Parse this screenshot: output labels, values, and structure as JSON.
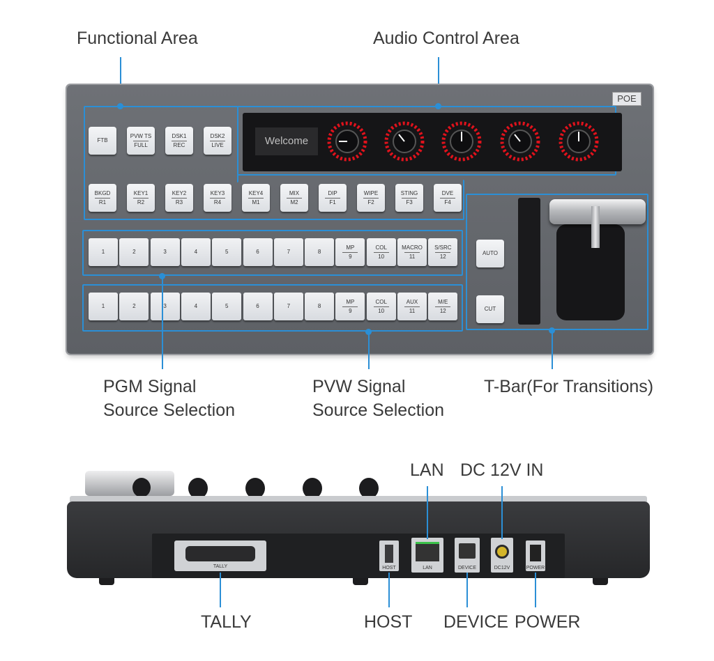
{
  "callouts": {
    "functional": "Functional Area",
    "audio": "Audio Control Area",
    "pgm_line1": "PGM Signal",
    "pgm_line2": "Source Selection",
    "pvw_line1": "PVW Signal",
    "pvw_line2": "Source Selection",
    "tbar": "T-Bar(For Transitions)",
    "lan": "LAN",
    "dc": "DC 12V IN",
    "tally": "TALLY",
    "host": "HOST",
    "device": "DEVICE",
    "power": "POWER"
  },
  "panel": {
    "poe": "POE",
    "lcd": "Welcome",
    "func_row1": [
      {
        "top": "FTB",
        "bottom": ""
      },
      {
        "top": "PVW TS",
        "bottom": "FULL"
      },
      {
        "top": "DSK1",
        "bottom": "REC"
      },
      {
        "top": "DSK2",
        "bottom": "LIVE"
      }
    ],
    "func_row2": [
      {
        "top": "BKGD",
        "bottom": "R1"
      },
      {
        "top": "KEY1",
        "bottom": "R2"
      },
      {
        "top": "KEY2",
        "bottom": "R3"
      },
      {
        "top": "KEY3",
        "bottom": "R4"
      },
      {
        "top": "KEY4",
        "bottom": "M1"
      },
      {
        "top": "MIX",
        "bottom": "M2"
      },
      {
        "top": "DIP",
        "bottom": "F1"
      },
      {
        "top": "WIPE",
        "bottom": "F2"
      },
      {
        "top": "STING",
        "bottom": "F3"
      },
      {
        "top": "DVE",
        "bottom": "F4"
      }
    ],
    "pgm_keys": [
      {
        "top": "1",
        "bottom": ""
      },
      {
        "top": "2",
        "bottom": ""
      },
      {
        "top": "3",
        "bottom": ""
      },
      {
        "top": "4",
        "bottom": ""
      },
      {
        "top": "5",
        "bottom": ""
      },
      {
        "top": "6",
        "bottom": ""
      },
      {
        "top": "7",
        "bottom": ""
      },
      {
        "top": "8",
        "bottom": ""
      },
      {
        "top": "MP",
        "bottom": "9"
      },
      {
        "top": "COL",
        "bottom": "10"
      },
      {
        "top": "MACRO",
        "bottom": "11"
      },
      {
        "top": "S/SRC",
        "bottom": "12"
      }
    ],
    "pvw_keys": [
      {
        "top": "1",
        "bottom": ""
      },
      {
        "top": "2",
        "bottom": ""
      },
      {
        "top": "3",
        "bottom": ""
      },
      {
        "top": "4",
        "bottom": ""
      },
      {
        "top": "5",
        "bottom": ""
      },
      {
        "top": "6",
        "bottom": ""
      },
      {
        "top": "7",
        "bottom": ""
      },
      {
        "top": "8",
        "bottom": ""
      },
      {
        "top": "MP",
        "bottom": "9"
      },
      {
        "top": "COL",
        "bottom": "10"
      },
      {
        "top": "AUX",
        "bottom": "11"
      },
      {
        "top": "M/E",
        "bottom": "12"
      }
    ],
    "auto": "AUTO",
    "cut": "CUT"
  },
  "rear": {
    "tally": "TALLY",
    "host": "HOST",
    "lan": "LAN",
    "device": "DEVICE",
    "dc12v": "DC12V",
    "power": "POWER"
  },
  "colors": {
    "accent": "#2b8fd6",
    "knob_ring": "#e0121c"
  }
}
